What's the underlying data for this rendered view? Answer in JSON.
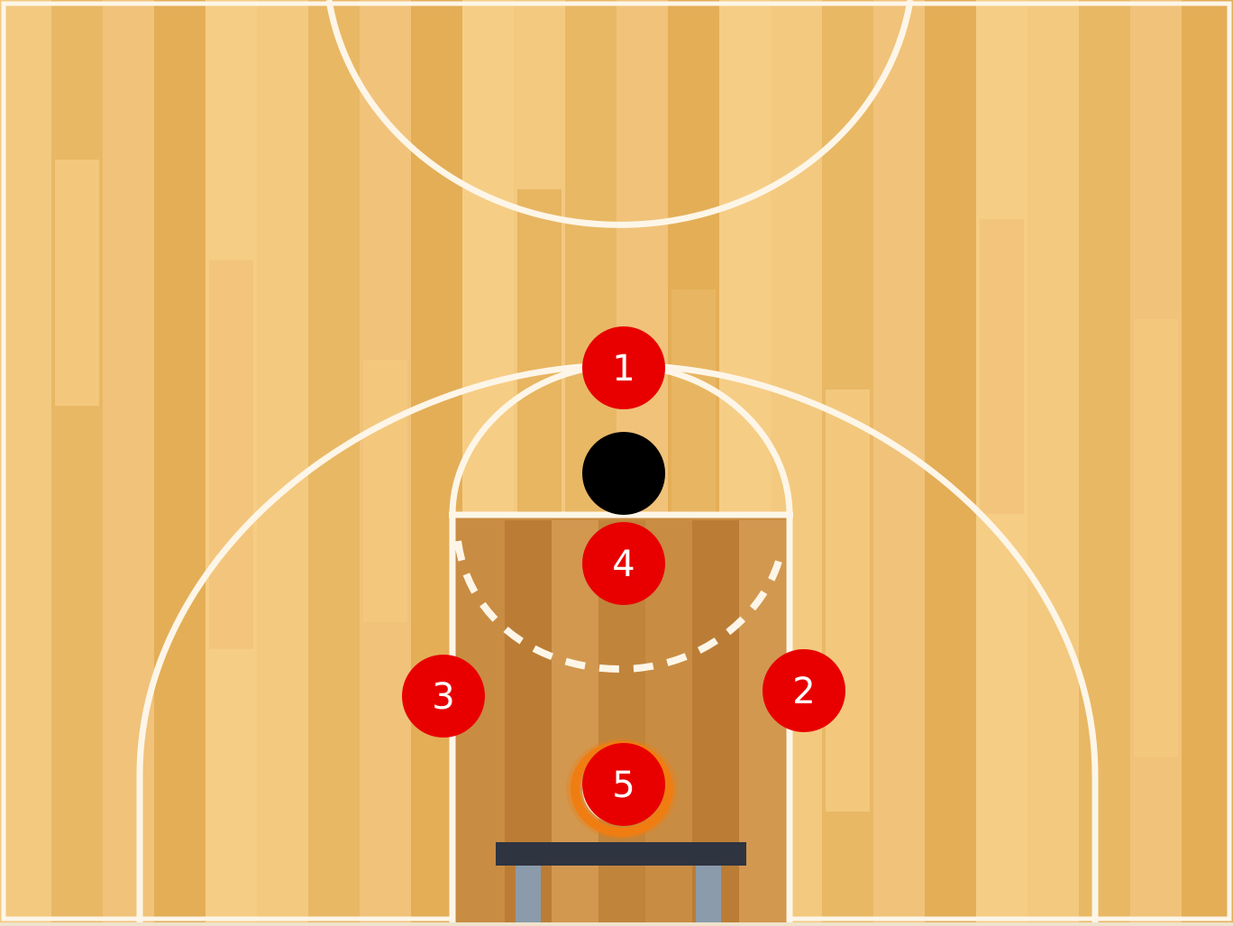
{
  "court": {
    "floor_color": "#f0c479",
    "plank_colors": [
      "#f3c97f",
      "#e9b865",
      "#f1c27a",
      "#e4ae57",
      "#f6cd85"
    ],
    "paint_color": "#c98c43",
    "line_color": "#fdf6e8",
    "backboard_color": "#2e3440",
    "stanchion_color": "#8b9bab",
    "rim_color": "#ef7d12"
  },
  "players": [
    {
      "id": "player-1",
      "label": "1",
      "color": "#e80000"
    },
    {
      "id": "player-2",
      "label": "2",
      "color": "#e80000"
    },
    {
      "id": "player-3",
      "label": "3",
      "color": "#e80000"
    },
    {
      "id": "player-4",
      "label": "4",
      "color": "#e80000"
    },
    {
      "id": "player-5",
      "label": "5",
      "color": "#e80000"
    }
  ],
  "ball_marker": {
    "color": "#000000"
  }
}
